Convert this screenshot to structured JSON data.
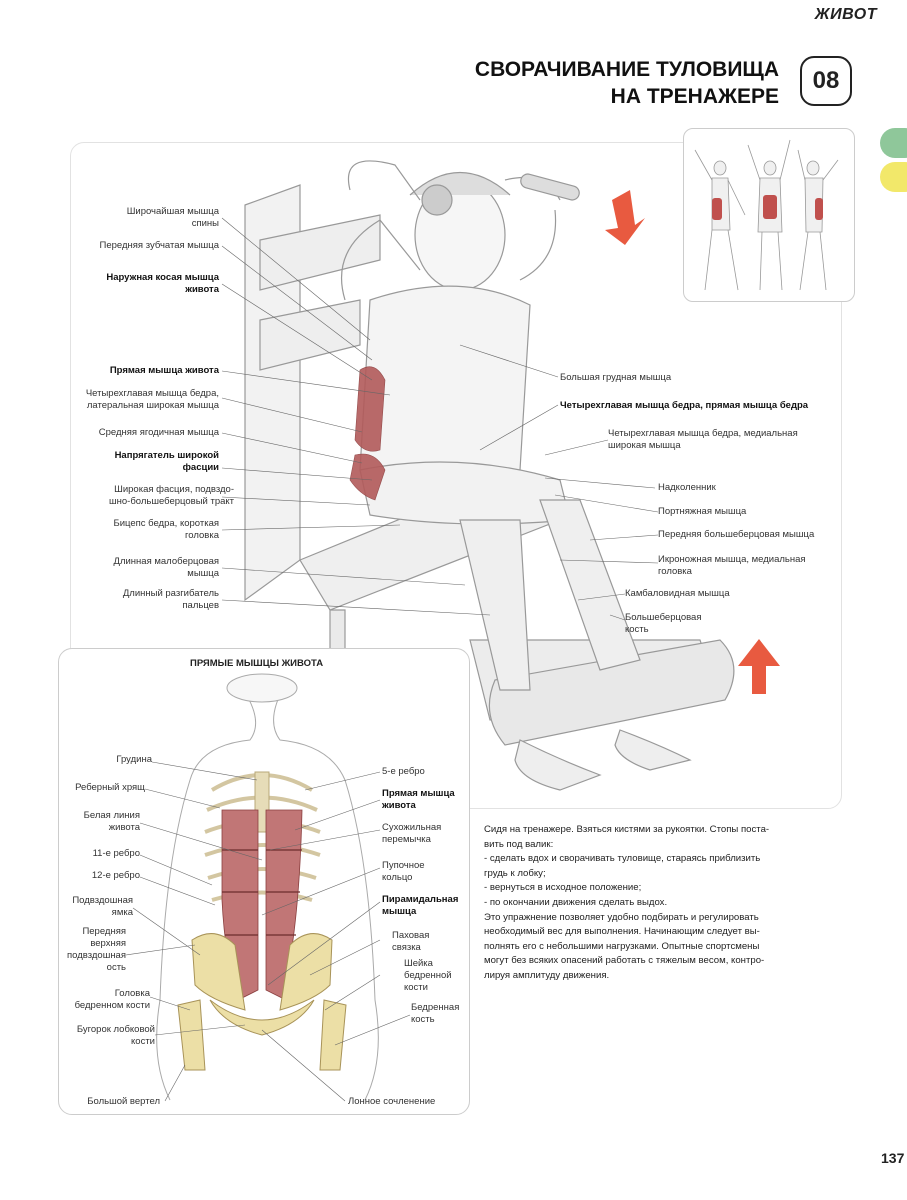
{
  "header": {
    "section": "ЖИВОТ",
    "title_line1": "СВОРАЧИВАНИЕ ТУЛОВИЩА",
    "title_line2": "НА ТРЕНАЖЕРЕ",
    "number": "08"
  },
  "main_labels_left": [
    {
      "t1": "Широчайшая мышца",
      "t2": "спины"
    },
    {
      "t1": "Передняя зубчатая мышца"
    },
    {
      "t1": "Наружная косая мышца",
      "t2": "живота"
    },
    {
      "t1": "Прямая мышца живота"
    },
    {
      "t1": "Четырехглавая мышца бедра,",
      "t2": "латеральная широкая мышца"
    },
    {
      "t1": "Средняя ягодичная мышца"
    },
    {
      "t1": "Напрягатель широкой",
      "t2": "фасции"
    },
    {
      "t1": "Широкая фасция, подвздо-",
      "t2": "шно-большеберцовый тракт"
    },
    {
      "t1": "Бицепс бедра, короткая",
      "t2": "головка"
    },
    {
      "t1": "Длинная малоберцовая",
      "t2": "мышца"
    },
    {
      "t1": "Длинный разгибатель",
      "t2": "пальцев"
    }
  ],
  "main_labels_right": [
    {
      "t1": "Большая грудная мышца"
    },
    {
      "t1": "Четырехглавая мышца бедра, прямая мышца бедра"
    },
    {
      "t1": "Четырехглавая мышца бедра, медиальная",
      "t2": "широкая мышца"
    },
    {
      "t1": "Надколенник"
    },
    {
      "t1": "Портняжная мышца"
    },
    {
      "t1": "Передняя большеберцовая мышца"
    },
    {
      "t1": "Икроножная мышца, медиальная",
      "t2": "головка"
    },
    {
      "t1": "Камбаловидная мышца"
    },
    {
      "t1": "Большеберцовая",
      "t2": "кость"
    }
  ],
  "abs_panel": {
    "title": "ПРЯМЫЕ МЫШЦЫ ЖИВОТА",
    "left": [
      {
        "t1": "Грудина"
      },
      {
        "t1": "Реберный хрящ"
      },
      {
        "t1": "Белая линия",
        "t2": "живота"
      },
      {
        "t1": "11-е ребро"
      },
      {
        "t1": "12-е ребро"
      },
      {
        "t1": "Подвздошная",
        "t2": "ямка"
      },
      {
        "t1": "Передняя",
        "t2": "верхняя",
        "t3": "подвздошная",
        "t4": "ость"
      },
      {
        "t1": "Головка",
        "t2": "бедренном кости"
      },
      {
        "t1": "Бугорок лобковой",
        "t2": "кости"
      },
      {
        "t1": "Большой вертел"
      }
    ],
    "right": [
      {
        "t1": "5-е ребро"
      },
      {
        "t1": "Прямая мышца",
        "t2": "живота"
      },
      {
        "t1": "Сухожильная",
        "t2": "перемычка"
      },
      {
        "t1": "Пупочное",
        "t2": "кольцо"
      },
      {
        "t1": "Пирамидальная",
        "t2": "мышца"
      },
      {
        "t1": "Паховая",
        "t2": "связка"
      },
      {
        "t1": "Шейка",
        "t2": "бедренной",
        "t3": "кости"
      },
      {
        "t1": "Бедренная",
        "t2": "кость"
      },
      {
        "t1": "Лонное сочленение"
      }
    ]
  },
  "description": [
    "Сидя на тренажере. Взяться кистями за рукоятки. Стопы поста-",
    "вить под валик:",
    "- сделать вдох и сворачивать туловище, стараясь приблизить",
    "грудь к лобку;",
    "- вернуться в исходное положение;",
    "- по окончании движения сделать выдох.",
    "Это упражнение позволяет удобно подбирать и регулировать",
    "необходимый вес для выполнения. Начинающим следует вы-",
    "полнять его с небольшими нагрузками. Опытные спортсмены",
    "могут без всяких опасений работать с тяжелым весом, контро-",
    "лируя амплитуду движения."
  ],
  "page_number": "137",
  "colors": {
    "muscle": "#b25a5a",
    "arrow": "#e85a40",
    "tab_green": "#8fc79a",
    "tab_yellow": "#f2e86a"
  }
}
